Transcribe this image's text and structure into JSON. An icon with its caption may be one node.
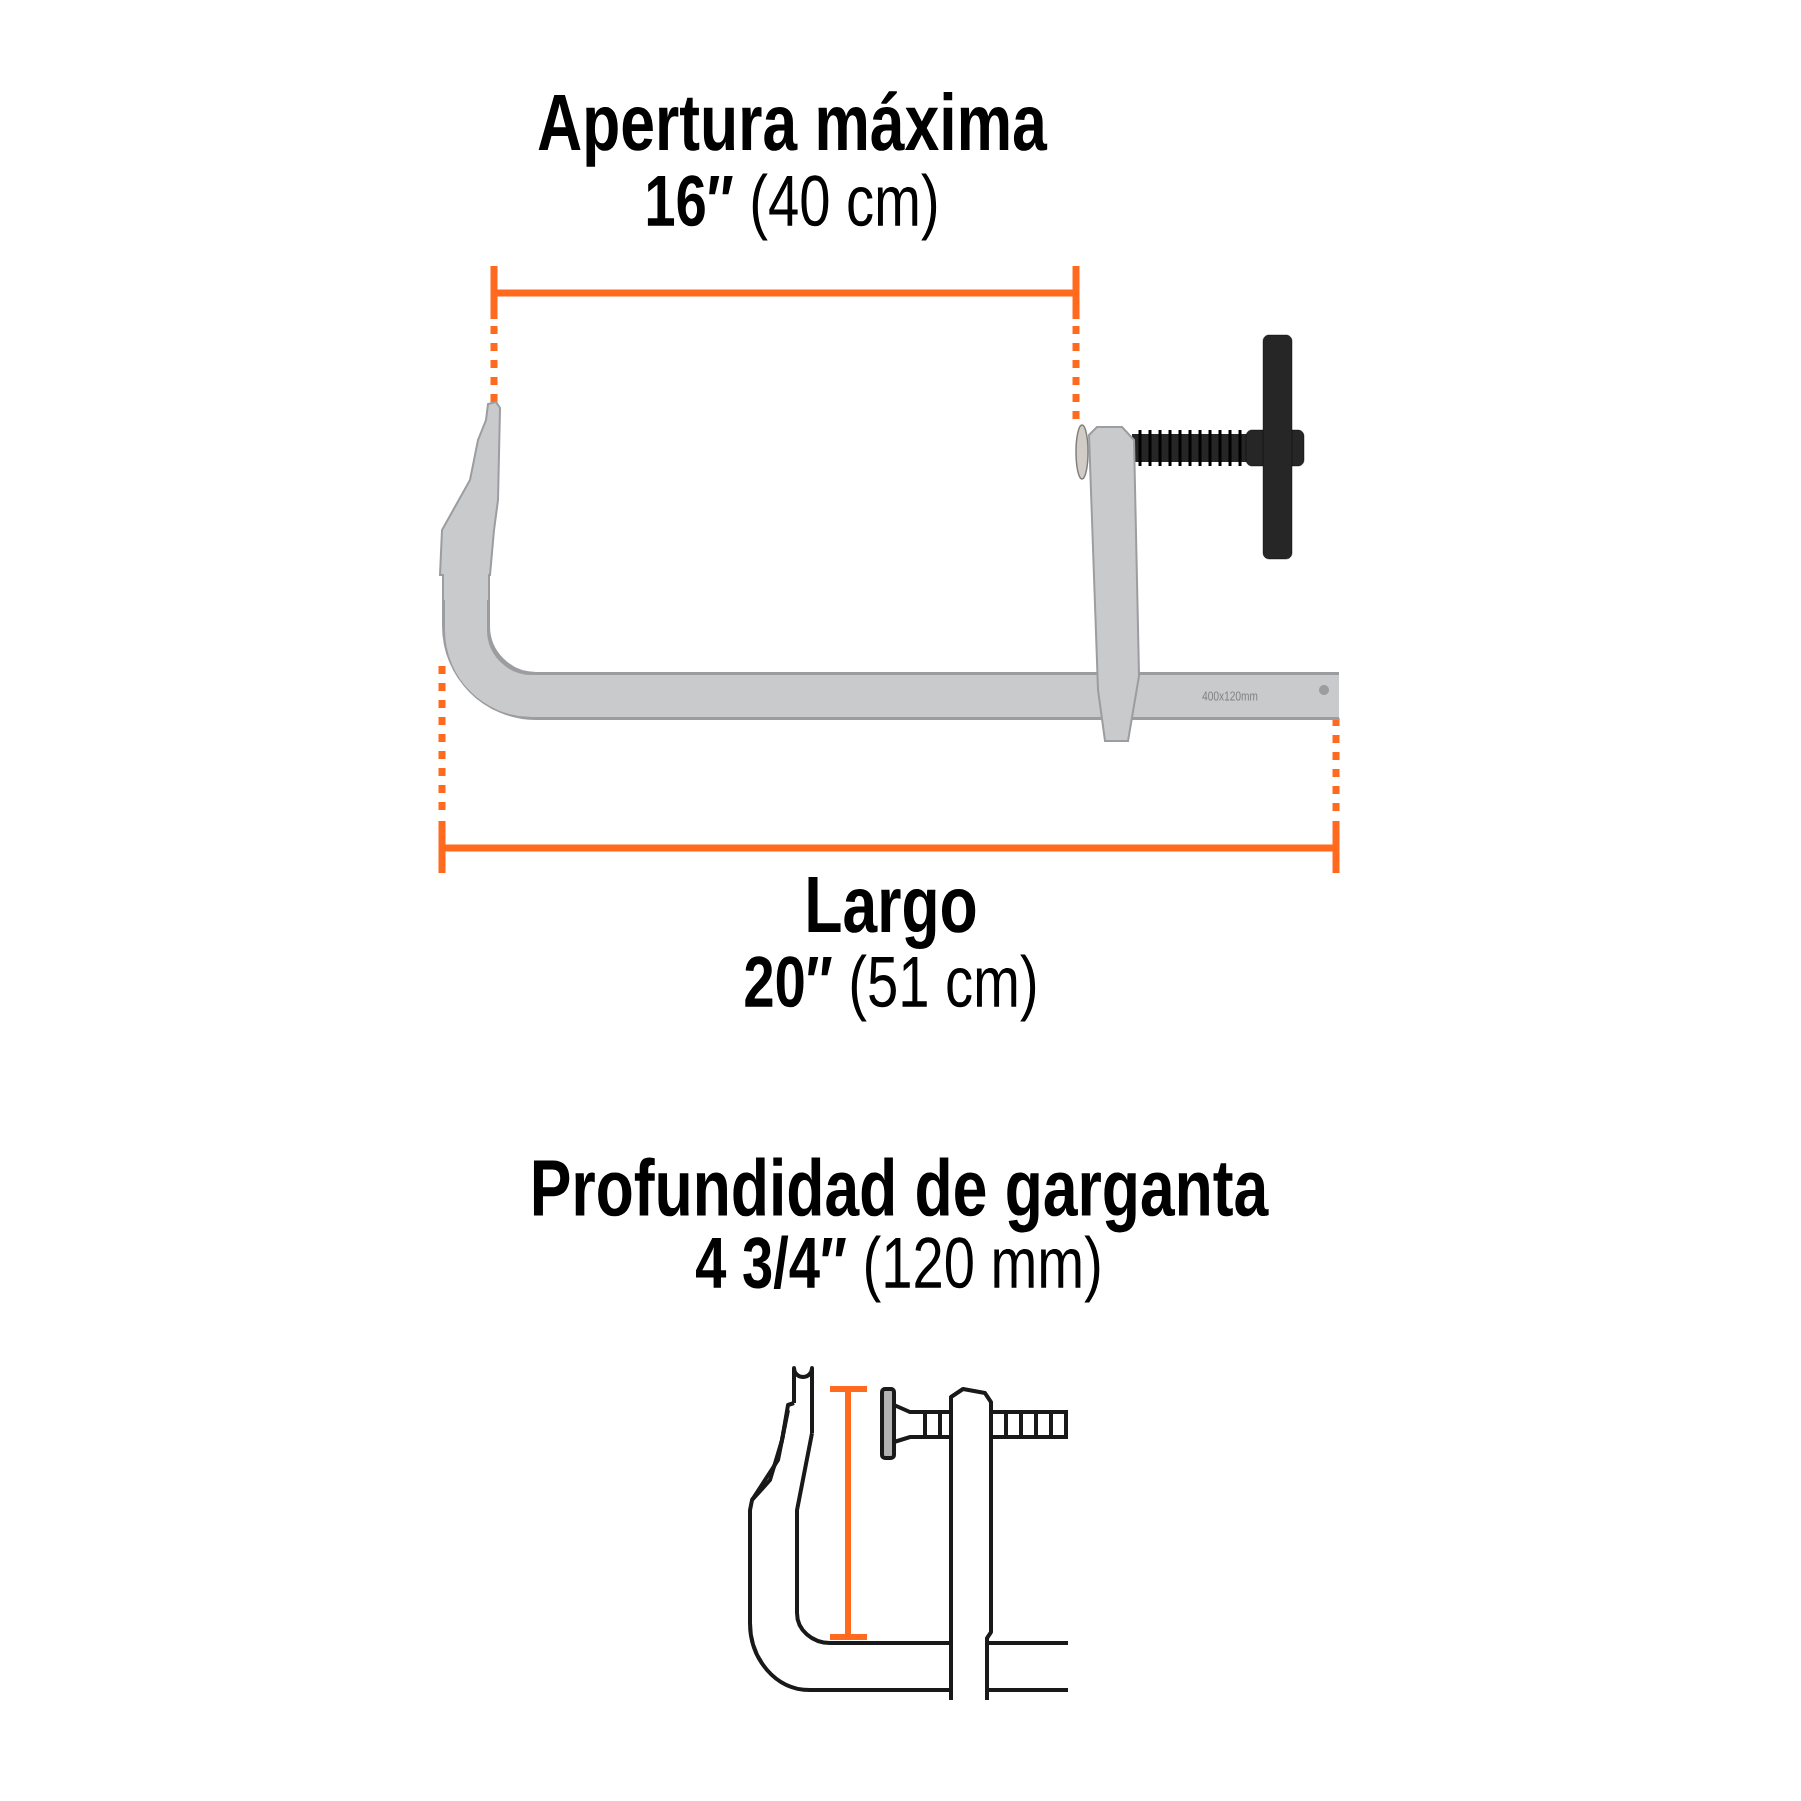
{
  "diagram": {
    "labels": [
      "Apertura máxima",
      "**16″** (40 cm)",
      "400x120mm",
      "Largo",
      "**20″** (51 cm)",
      "Profundidad de garganta",
      "**4 3/4″** (120 mm)"
    ]
  }
}
